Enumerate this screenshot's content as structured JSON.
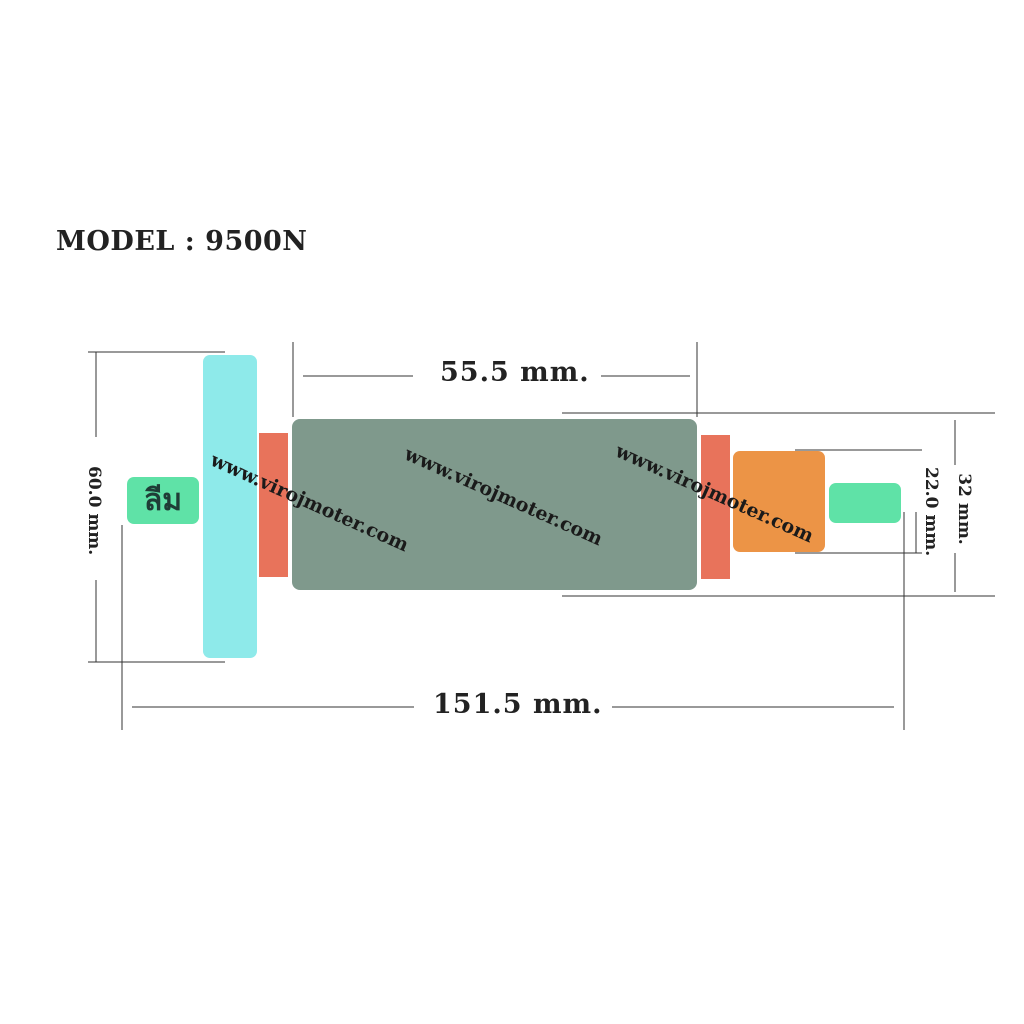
{
  "title": "MODEL : 9500N",
  "dimensions": {
    "core_length": "55.5 mm.",
    "total_length": "151.5 mm.",
    "fan_diameter": "60.0 mm.",
    "commutator_diameter": "22.0 mm.",
    "core_diameter": "32 mm."
  },
  "badge": "ลีม",
  "watermarks": [
    "www.virojmoter.com",
    "www.virojmoter.com",
    "www.virojmoter.com"
  ],
  "colors": {
    "fan": "#8eeaea",
    "insulator": "#e8735b",
    "core": "#7f998c",
    "commutator": "#ec9446",
    "shaft_end": "#5fe2a7",
    "badge": "#5fe2a7",
    "dimension_line": "#333333"
  }
}
